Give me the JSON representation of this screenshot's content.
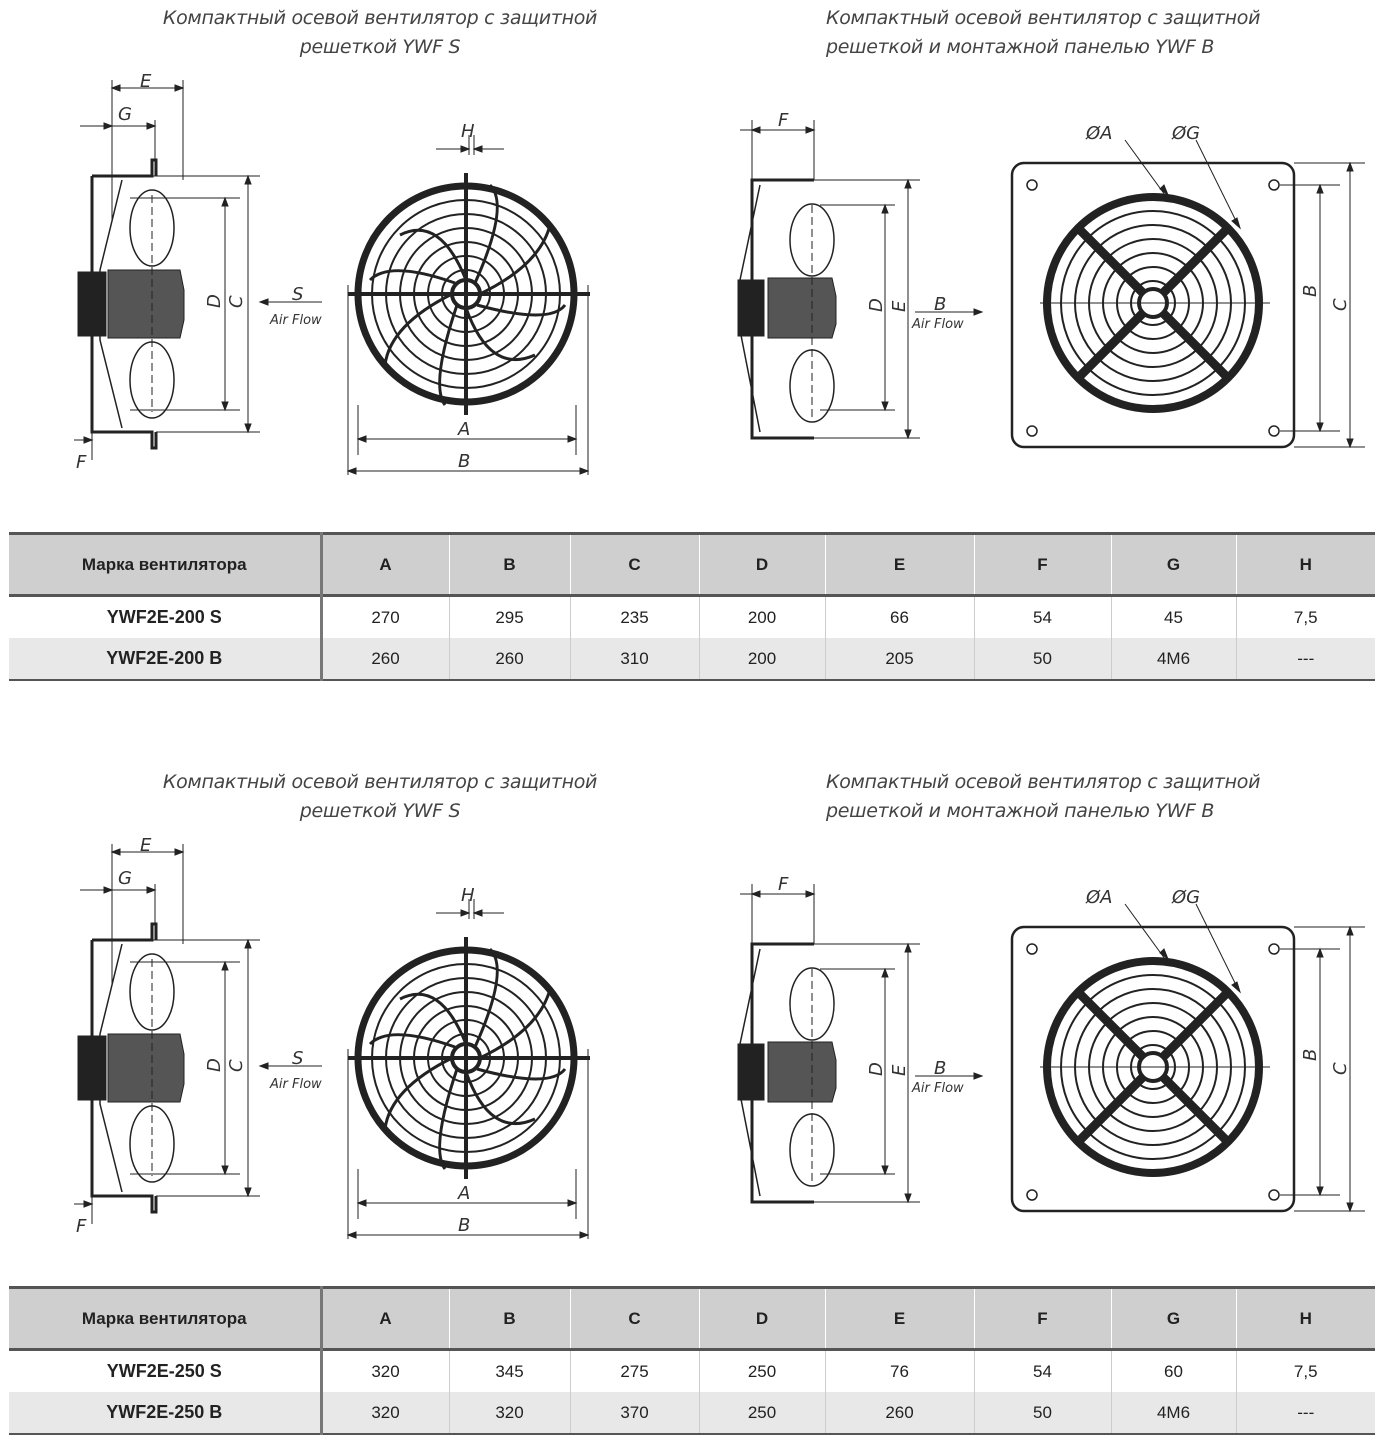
{
  "sections": [
    {
      "caption_s": [
        "Компактный осевой вентилятор с защитной",
        "решеткой YWF S"
      ],
      "caption_b": [
        "Компактный осевой вентилятор с защитной",
        "решеткой и монтажной панелью YWF B"
      ],
      "labels_s": {
        "E": "E",
        "G": "G",
        "F": "F",
        "D": "D",
        "C": "C",
        "S": "S",
        "air": "Air Flow",
        "H": "H",
        "A": "A",
        "B": "B"
      },
      "labels_b": {
        "F": "F",
        "D": "D",
        "E": "E",
        "B": "B",
        "air": "Air Flow",
        "OA": "ØA",
        "OG": "ØG",
        "B2": "B",
        "C": "C"
      },
      "table": {
        "headers": [
          "Марка вентилятора",
          "A",
          "B",
          "C",
          "D",
          "E",
          "F",
          "G",
          "H"
        ],
        "rows": [
          [
            "YWF2E-200 S",
            "270",
            "295",
            "235",
            "200",
            "66",
            "54",
            "45",
            "7,5"
          ],
          [
            "YWF2E-200 B",
            "260",
            "260",
            "310",
            "200",
            "205",
            "50",
            "4M6",
            "---"
          ]
        ]
      }
    },
    {
      "caption_s": [
        "Компактный осевой вентилятор с защитной",
        "решеткой YWF S"
      ],
      "caption_b": [
        "Компактный осевой вентилятор с защитной",
        "решеткой и монтажной панелью YWF B"
      ],
      "labels_s": {
        "E": "E",
        "G": "G",
        "F": "F",
        "D": "D",
        "C": "C",
        "S": "S",
        "air": "Air Flow",
        "H": "H",
        "A": "A",
        "B": "B"
      },
      "labels_b": {
        "F": "F",
        "D": "D",
        "E": "E",
        "B": "B",
        "air": "Air Flow",
        "OA": "ØA",
        "OG": "ØG",
        "B2": "B",
        "C": "C"
      },
      "table": {
        "headers": [
          "Марка вентилятора",
          "A",
          "B",
          "C",
          "D",
          "E",
          "F",
          "G",
          "H"
        ],
        "rows": [
          [
            "YWF2E-250 S",
            "320",
            "345",
            "275",
            "250",
            "76",
            "54",
            "60",
            "7,5"
          ],
          [
            "YWF2E-250 B",
            "320",
            "320",
            "370",
            "250",
            "260",
            "50",
            "4M6",
            "---"
          ]
        ]
      }
    }
  ]
}
